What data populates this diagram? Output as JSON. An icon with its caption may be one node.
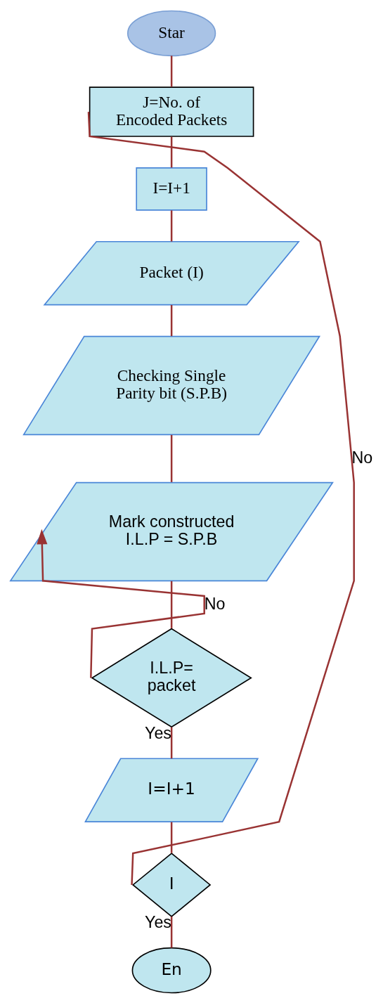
{
  "diagram": {
    "nodes": [
      {
        "text": [
          "Star"
        ]
      },
      {
        "text": [
          "J=No. of Encoded Packets"
        ]
      },
      {
        "text": [
          "I=I+1"
        ]
      },
      {
        "text": [
          "Packet (I)"
        ]
      },
      {
        "text": [
          "Checking Single Parity bit (S.P.B)"
        ]
      },
      {
        "text": [
          "Mark constructed I.L.P = S.P.B"
        ]
      },
      {
        "text": [
          "I.L.P= packet"
        ]
      },
      {
        "text": [
          "I=I+1"
        ]
      },
      {
        "text": [
          "I"
        ]
      },
      {
        "text": [
          "En"
        ]
      }
    ],
    "edges": [
      {
        "from": 0,
        "to": 1,
        "arrow": "none"
      },
      {
        "from": 1,
        "to": 2,
        "arrow": "none"
      },
      {
        "from": 2,
        "to": 3,
        "arrow": "none"
      },
      {
        "from": 3,
        "to": 4,
        "arrow": "none"
      },
      {
        "from": 4,
        "to": 5,
        "arrow": "none"
      },
      {
        "from": 5,
        "to": 6,
        "arrow": "none"
      },
      {
        "from": 6,
        "to": 5,
        "arrow": "to",
        "label": "No"
      },
      {
        "from": 6,
        "to": 7,
        "arrow": "none",
        "label": "Yes"
      },
      {
        "from": 7,
        "to": 8,
        "arrow": "none"
      },
      {
        "from": 8,
        "to": 1,
        "arrow": "none",
        "label": "No"
      },
      {
        "from": 8,
        "to": 9,
        "arrow": "none",
        "label": "Yes"
      }
    ]
  }
}
